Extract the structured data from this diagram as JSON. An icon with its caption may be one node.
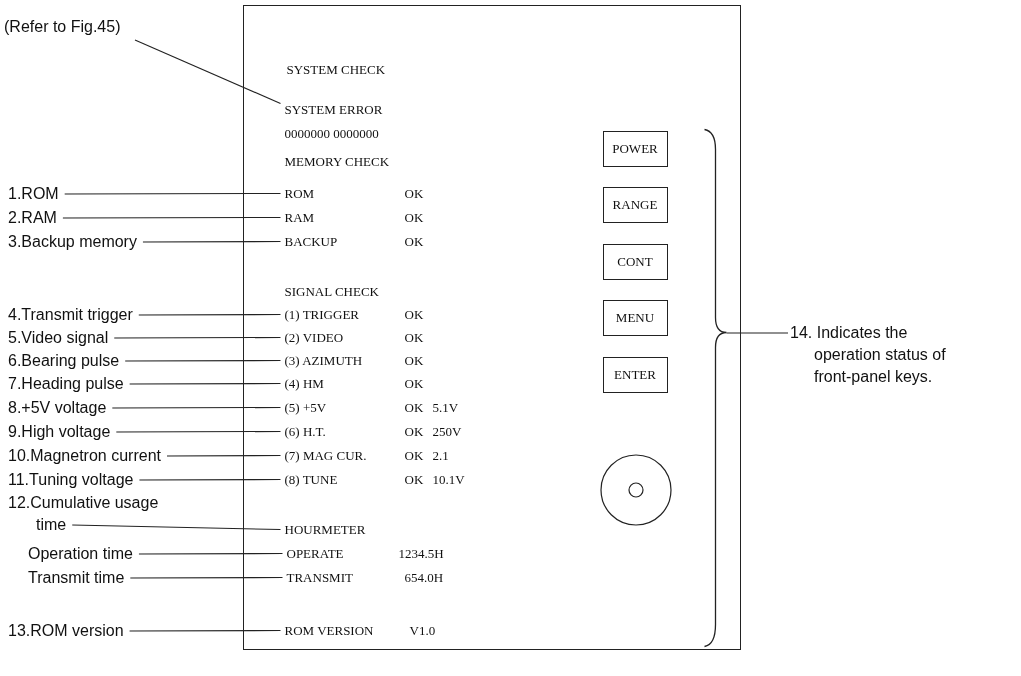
{
  "diagram": {
    "nodes": [
      {
        "text": [
          "(Refer to Fig.45)"
        ]
      },
      {
        "text": [],
        "shape": "box"
      },
      {
        "text": [
          "SYSTEM ERROR"
        ],
        "in": 1
      },
      {
        "text": [
          "ROM",
          "OK"
        ],
        "in": 1
      },
      {
        "text": [
          "RAM",
          "OK"
        ],
        "in": 1
      },
      {
        "text": [
          "BACKUP",
          "OK"
        ],
        "in": 1
      },
      {
        "text": [
          "(1) TRIGGER",
          "OK"
        ],
        "in": 1
      },
      {
        "text": [
          "(2) VIDEO",
          "OK"
        ],
        "in": 1
      },
      {
        "text": [
          "(3) AZIMUTH",
          "OK"
        ],
        "in": 1
      },
      {
        "text": [
          "(4) HM",
          "OK"
        ],
        "in": 1
      },
      {
        "text": [
          "(5) +5V",
          "OK",
          "5.1V"
        ],
        "in": 1
      },
      {
        "text": [
          "(6) H.T.",
          "OK",
          "250V"
        ],
        "in": 1
      },
      {
        "text": [
          "(7) MAG CUR.",
          "OK",
          "2.1"
        ],
        "in": 1
      },
      {
        "text": [
          "(8) TUNE",
          "OK",
          "10.1V"
        ],
        "in": 1
      },
      {
        "text": [
          "HOURMETER"
        ],
        "in": 1
      },
      {
        "text": [
          "OPERATE",
          "1234.5H"
        ],
        "in": 1
      },
      {
        "text": [
          "TRANSMIT",
          "654.0H"
        ],
        "in": 1
      },
      {
        "text": [
          "ROM VERSION",
          "V1.0"
        ],
        "in": 1
      },
      {
        "text": [
          "POWER"
        ],
        "in": 1
      },
      {
        "text": [
          "RANGE"
        ],
        "in": 1
      },
      {
        "text": [
          "CONT"
        ],
        "in": 1
      },
      {
        "text": [
          "MENU"
        ],
        "in": 1
      },
      {
        "text": [
          "ENTER"
        ],
        "in": 1
      },
      {
        "text": [
          "1.ROM"
        ]
      },
      {
        "text": [
          "2.RAM"
        ]
      },
      {
        "text": [
          "3.Backup memory"
        ]
      },
      {
        "text": [
          "4.Transmit trigger"
        ]
      },
      {
        "text": [
          "5.Video signal"
        ]
      },
      {
        "text": [
          "6.Bearing pulse"
        ]
      },
      {
        "text": [
          "7.Heading pulse"
        ]
      },
      {
        "text": [
          "8.+5V voltage"
        ]
      },
      {
        "text": [
          "9.High voltage"
        ]
      },
      {
        "text": [
          "10.Magnetron current"
        ]
      },
      {
        "text": [
          "11.Tuning voltage"
        ]
      },
      {
        "text": [
          "12.Cumulative usage time"
        ]
      },
      {
        "text": [
          "Operation time"
        ]
      },
      {
        "text": [
          "Transmit time"
        ]
      },
      {
        "text": [
          "13.ROM version"
        ]
      },
      {
        "text": [
          "14. Indicates the operation status of front-panel keys."
        ]
      },
      {
        "text": [],
        "shape": "bracket",
        "in": 1
      }
    ],
    "edges": [
      {
        "from": 0,
        "to": 2,
        "arrow": "none"
      },
      {
        "from": 23,
        "to": 3,
        "arrow": "none"
      },
      {
        "from": 24,
        "to": 4,
        "arrow": "none"
      },
      {
        "from": 25,
        "to": 5,
        "arrow": "none"
      },
      {
        "from": 26,
        "to": 6,
        "arrow": "none"
      },
      {
        "from": 27,
        "to": 7,
        "arrow": "none"
      },
      {
        "from": 28,
        "to": 8,
        "arrow": "none"
      },
      {
        "from": 29,
        "to": 9,
        "arrow": "none"
      },
      {
        "from": 30,
        "to": 10,
        "arrow": "none"
      },
      {
        "from": 31,
        "to": 11,
        "arrow": "none"
      },
      {
        "from": 32,
        "to": 12,
        "arrow": "none"
      },
      {
        "from": 33,
        "to": 13,
        "arrow": "none"
      },
      {
        "from": 34,
        "to": 14,
        "arrow": "none"
      },
      {
        "from": 35,
        "to": 15,
        "arrow": "none"
      },
      {
        "from": 36,
        "to": 16,
        "arrow": "none"
      },
      {
        "from": 37,
        "to": 17,
        "arrow": "none"
      },
      {
        "from": 38,
        "to": 39,
        "arrow": "none"
      }
    ],
    "labels": [
      "SYSTEM CHECK",
      "0000000 0000000",
      "MEMORY CHECK",
      "SIGNAL CHECK"
    ]
  }
}
